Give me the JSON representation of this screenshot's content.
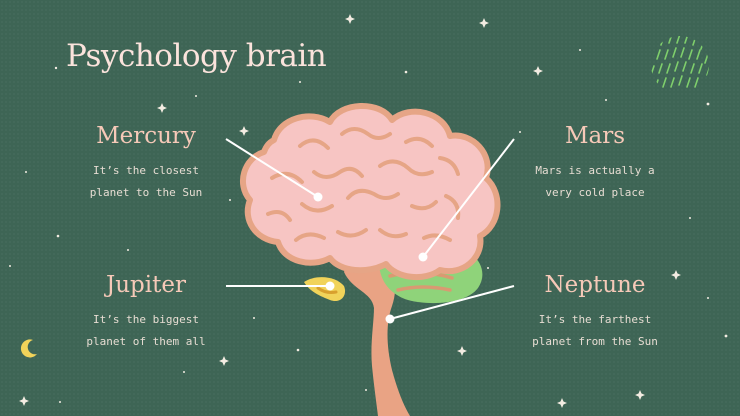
{
  "slide": {
    "title": "Psychology brain",
    "items": [
      {
        "heading": "Mercury",
        "body_line1": "It’s the closest",
        "body_line2": "planet to the Sun"
      },
      {
        "heading": "Mars",
        "body_line1": "Mars is actually a",
        "body_line2": "very cold place"
      },
      {
        "heading": "Jupiter",
        "body_line1": "It’s the biggest",
        "body_line2": "planet of them all"
      },
      {
        "heading": "Neptune",
        "body_line1": "It’s the farthest",
        "body_line2": "planet from the Sun"
      }
    ]
  },
  "colors": {
    "background": "#3e6555",
    "title_text": "#fbe3dc",
    "heading_text": "#f6c9b8",
    "body_text": "#e7ddd3",
    "cerebrum": "#f7c5c3",
    "cerebrum_outline": "#e6a586",
    "cerebellum": "#8fd37a",
    "brainstem": "#e9a384",
    "pons_highlight": "#f1d35a"
  },
  "icons": [
    "brain-illustration",
    "star-icon",
    "crescent-moon-icon",
    "striped-planet-icon"
  ]
}
